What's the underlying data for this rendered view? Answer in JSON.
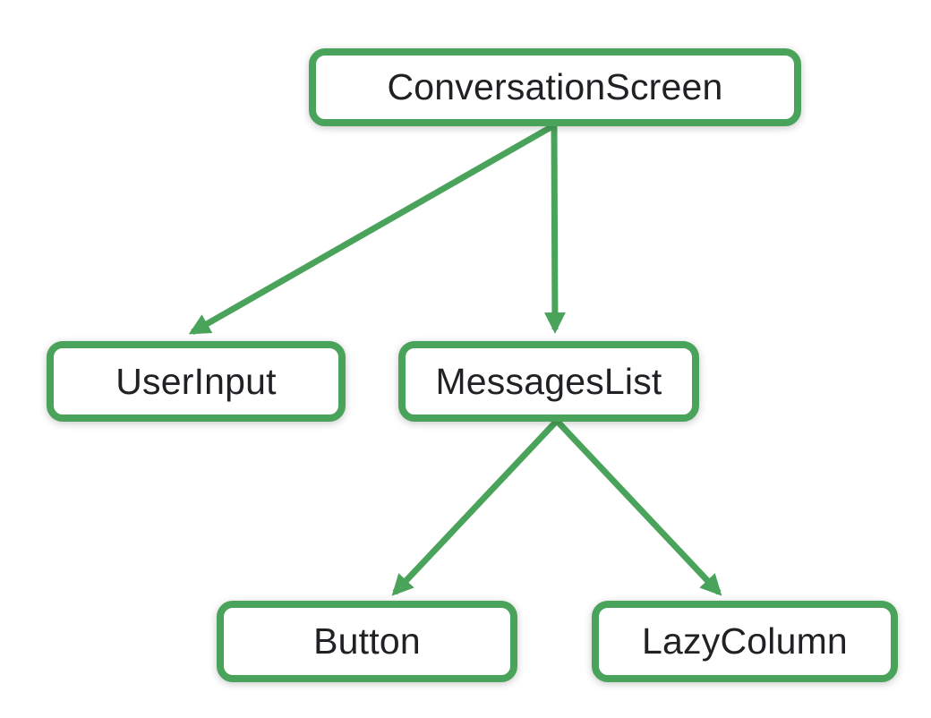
{
  "diagram": {
    "type": "tree",
    "description": "UI component hierarchy tree",
    "nodes": [
      {
        "id": "conversation-screen",
        "label": "ConversationScreen"
      },
      {
        "id": "user-input",
        "label": "UserInput"
      },
      {
        "id": "messages-list",
        "label": "MessagesList"
      },
      {
        "id": "button",
        "label": "Button"
      },
      {
        "id": "lazy-column",
        "label": "LazyColumn"
      }
    ],
    "edges": [
      {
        "from": "conversation-screen",
        "to": "user-input"
      },
      {
        "from": "conversation-screen",
        "to": "messages-list"
      },
      {
        "from": "messages-list",
        "to": "button"
      },
      {
        "from": "messages-list",
        "to": "lazy-column"
      }
    ],
    "colors": {
      "accent_green": "#4AA35A",
      "node_background": "#FFFFFF",
      "node_text": "#202124",
      "page_background": "#FFFFFF"
    }
  }
}
